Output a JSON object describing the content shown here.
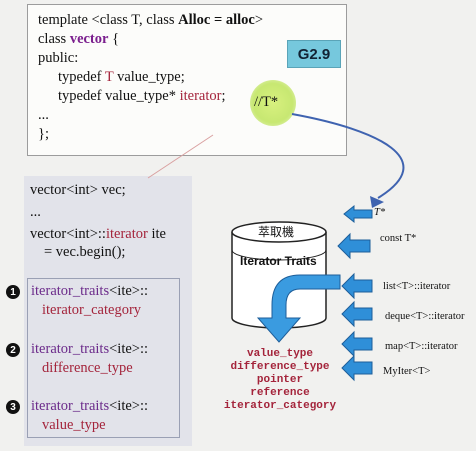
{
  "code": {
    "line1_a": "template <class T, class ",
    "line1_b": "Alloc = alloc",
    "line1_c": ">",
    "line2_a": "class ",
    "line2_b": "vector",
    "line2_c": " {",
    "line3": "public:",
    "line4_a": "typedef ",
    "line4_b": "T",
    "line4_c": " value_type;",
    "line5_a": "typedef value_type* ",
    "line5_b": "iterator",
    "line5_c": ";",
    "comment": "//T*",
    "line6": "...",
    "line7": "};"
  },
  "badge": "G2.9",
  "usage": {
    "line1": "vector<int> vec;",
    "line2": "...",
    "line3_a": "vector<int>::",
    "line3_b": "iterator",
    "line3_c": " ite",
    "line4": "= vec.begin();"
  },
  "traits": [
    {
      "num": "1",
      "line1_a": "iterator_traits",
      "line1_b": "<ite>::",
      "line2": "iterator_category"
    },
    {
      "num": "2",
      "line1_a": "iterator_traits",
      "line1_b": "<ite>::",
      "line2": "difference_type"
    },
    {
      "num": "3",
      "line1_a": "iterator_traits",
      "line1_b": "<ite>::",
      "line2": "value_type"
    }
  ],
  "machine": {
    "top_label": "萃取機",
    "title": "Iterator Traits"
  },
  "outputs": [
    "value_type",
    "difference_type",
    "pointer",
    "reference",
    "iterator_category"
  ],
  "inputs": [
    "T*",
    "const T*",
    "list<T>::iterator",
    "deque<T>::iterator",
    "map<T>::iterator",
    "MyIter<T>"
  ],
  "colors": {
    "arrow_blue": "#2f8fd8",
    "accent_maroon": "#a4243b",
    "keyword_purple": "#7b1f8e",
    "badge_bg": "#76c8dd",
    "highlight": "#cde878"
  }
}
